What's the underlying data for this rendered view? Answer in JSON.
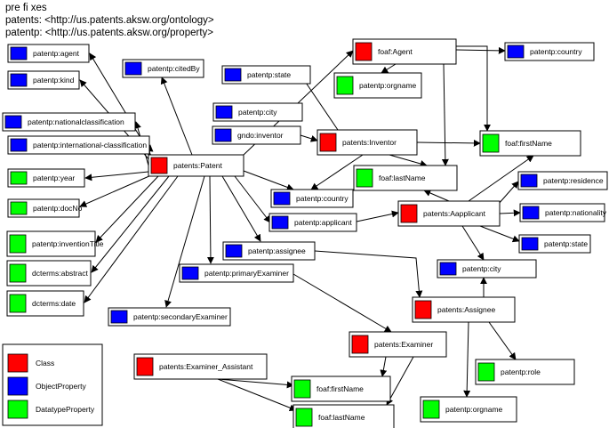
{
  "prefixes": {
    "heading": "pre fi xes",
    "lines": [
      "patents: <http://us.patents.aksw.org/ontology>",
      "patentp: <http://us.patents.aksw.org/property>"
    ]
  },
  "colors": {
    "class": "#ff0000",
    "object_property": "#0000ff",
    "datatype_property": "#00ff00"
  },
  "legend": [
    {
      "type": "class",
      "label": "Class"
    },
    {
      "type": "object_property",
      "label": "ObjectProperty"
    },
    {
      "type": "datatype_property",
      "label": "DatatypeProperty"
    }
  ],
  "nodes": {
    "agent": {
      "label": "patentp:agent",
      "type": "object_property"
    },
    "kind": {
      "label": "patentp:kind",
      "type": "object_property"
    },
    "nationalclassification": {
      "label": "patentp:nationalclassification",
      "type": "object_property"
    },
    "intlclassification": {
      "label": "patentp:international-classification",
      "type": "object_property"
    },
    "year": {
      "label": "patentp:year",
      "type": "datatype_property"
    },
    "docno": {
      "label": "patentp:docNo",
      "type": "datatype_property"
    },
    "inventiontitle": {
      "label": "patentp:inventionTitle",
      "type": "datatype_property"
    },
    "abstract": {
      "label": "dcterms:abstract",
      "type": "datatype_property"
    },
    "date": {
      "label": "dcterms:date",
      "type": "datatype_property"
    },
    "citedby": {
      "label": "patentp:citedBy",
      "type": "object_property"
    },
    "patent": {
      "label": "patents:Patent",
      "type": "class"
    },
    "state1": {
      "label": "patentp:state",
      "type": "object_property"
    },
    "city1": {
      "label": "patentp:city",
      "type": "object_property"
    },
    "gndo": {
      "label": "gndo:inventor",
      "type": "object_property"
    },
    "inventor": {
      "label": "patents:Inventor",
      "type": "class"
    },
    "foafagent": {
      "label": "foaf:Agent",
      "type": "class"
    },
    "orgname1": {
      "label": "patentp:orgname",
      "type": "datatype_property"
    },
    "country1": {
      "label": "patentp:country",
      "type": "object_property"
    },
    "firstname1": {
      "label": "foaf:firstName",
      "type": "datatype_property"
    },
    "lastname1": {
      "label": "foaf:lastName",
      "type": "datatype_property"
    },
    "country2": {
      "label": "patentp:country",
      "type": "object_property"
    },
    "applicant": {
      "label": "patentp:applicant",
      "type": "object_property"
    },
    "aapplicant": {
      "label": "patents:Aapplicant",
      "type": "class"
    },
    "residence": {
      "label": "patentp:residence",
      "type": "object_property"
    },
    "nationality": {
      "label": "patentp:nationality",
      "type": "object_property"
    },
    "state2": {
      "label": "patentp:state",
      "type": "object_property"
    },
    "assignee": {
      "label": "patentp:assignee",
      "type": "object_property"
    },
    "city2": {
      "label": "patentp:city",
      "type": "object_property"
    },
    "primaryexaminer": {
      "label": "patentp:primaryExaminer",
      "type": "object_property"
    },
    "assigneeclass": {
      "label": "patents:Assignee",
      "type": "class"
    },
    "secondaryexaminer": {
      "label": "patentp:secondaryExaminer",
      "type": "object_property"
    },
    "examiner": {
      "label": "patents:Examiner",
      "type": "class"
    },
    "examinerassistant": {
      "label": "patents:Examiner_Assistant",
      "type": "class"
    },
    "firstname2": {
      "label": "foaf:firstName",
      "type": "datatype_property"
    },
    "lastname2": {
      "label": "foaf:lastName",
      "type": "datatype_property"
    },
    "role": {
      "label": "patentp:role",
      "type": "datatype_property"
    },
    "orgname2": {
      "label": "patentp:orgname",
      "type": "datatype_property"
    }
  }
}
